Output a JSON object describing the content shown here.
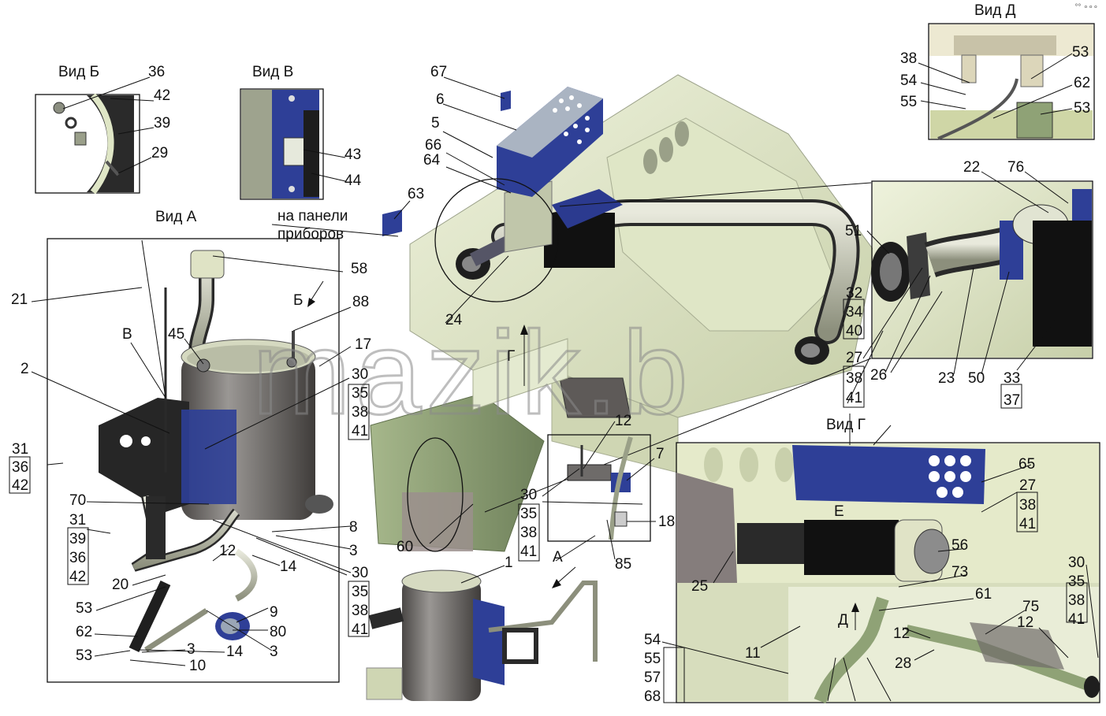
{
  "corner_mark": "°° ∘∘∘",
  "watermark": "mazik.b",
  "views": {
    "vid_b": "Вид Б",
    "vid_v": "Вид В",
    "vid_a": "Вид А",
    "vid_d": "Вид Д",
    "vid_g": "Вид Г"
  },
  "notes": {
    "panel_line1": "на панели",
    "panel_line2": "приборов"
  },
  "letters": {
    "b": "Б",
    "v": "В",
    "g": "Г",
    "a": "А",
    "d": "Д",
    "e": "Е"
  },
  "labels": {
    "n36a": "36",
    "n42a": "42",
    "n39a": "39",
    "n29": "29",
    "n43": "43",
    "n44": "44",
    "n67": "67",
    "n6": "6",
    "n5": "5",
    "n66": "66",
    "n64": "64",
    "n63": "63",
    "n58": "58",
    "n21": "21",
    "n88": "88",
    "n45": "45",
    "n17": "17",
    "n2": "2",
    "s30a": "30",
    "s35a": "35",
    "s38a": "38",
    "s41a": "41",
    "s31a": "31",
    "s36b": "36",
    "s42b": "42",
    "n70": "70",
    "s31b": "31",
    "s39b": "39",
    "s36c": "36",
    "s42c": "42",
    "n8": "8",
    "n3a": "3",
    "n12a": "12",
    "n14a": "14",
    "s30b": "30",
    "s35b": "35",
    "s38b": "38",
    "s41b": "41",
    "n20": "20",
    "n53a": "53",
    "n9": "9",
    "n80": "80",
    "n62a": "62",
    "n53b": "53",
    "n3b": "3",
    "n14b": "14",
    "n3c": "3",
    "n10": "10",
    "n24": "24",
    "n60": "60",
    "n1": "1",
    "n12b": "12",
    "n7": "7",
    "s30c": "30",
    "s35c": "35",
    "s38c": "38",
    "s41c": "41",
    "n18": "18",
    "n85": "85",
    "n38d": "38",
    "n53c": "53",
    "n54d": "54",
    "n62d": "62",
    "n55d": "55",
    "n53d": "53",
    "n22": "22",
    "n76": "76",
    "n51": "51",
    "s32": "32",
    "s34": "34",
    "s40": "40",
    "n27a": "27",
    "s38e": "38",
    "s41e": "41",
    "n26": "26",
    "n23": "23",
    "n50": "50",
    "s33": "33",
    "s37": "37",
    "n65": "65",
    "s27b": "27",
    "s38f": "38",
    "s41f": "41",
    "n56": "56",
    "n73": "73",
    "n61": "61",
    "n25": "25",
    "n11": "11",
    "n12c": "12",
    "n28": "28",
    "n75": "75",
    "n12d": "12",
    "s30g": "30",
    "s35g": "35",
    "s38g": "38",
    "s41g": "41",
    "s54g": "54",
    "s55g": "55",
    "s57g": "57",
    "s68g": "68"
  },
  "colors": {
    "frame_green": "#e9eed3",
    "frame_shadow": "#c9d1b0",
    "olive": "#8fa276",
    "blue": "#2c3f9a",
    "steel": "#9aa6b6",
    "dark": "#1b1b1b",
    "boiler": "#7d7a78",
    "pipe": "#c7c9b2"
  }
}
